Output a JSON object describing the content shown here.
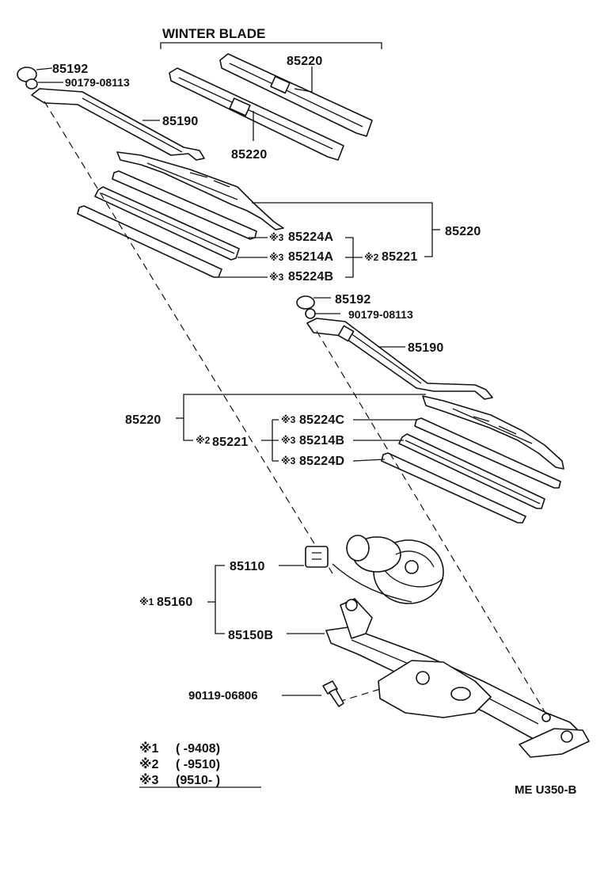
{
  "diagram": {
    "header": "WINTER BLADE",
    "labels": {
      "winter_upper": "85220",
      "winter_lower": "85220",
      "arm1_cap": "85192",
      "arm1_nut": "90179-08113",
      "arm1_arm": "85190",
      "blade1_assy": "85220",
      "blade1_rubber": "85221",
      "blade1_rubber_mark": "※2",
      "blade1_item_a": "85224A",
      "blade1_item_b": "85214A",
      "blade1_item_c": "85224B",
      "arm2_cap": "85192",
      "arm2_nut": "90179-08113",
      "arm2_arm": "85190",
      "blade2_assy": "85220",
      "blade2_rubber": "85221",
      "blade2_rubber_mark": "※2",
      "blade2_item_a": "85224C",
      "blade2_item_b": "85214B",
      "blade2_item_c": "85224D",
      "motor": "85110",
      "link": "85150B",
      "wiper_assy": "85160",
      "wiper_assy_mark": "※1",
      "bolt": "90119-06806",
      "mark3": "※3"
    },
    "legend": [
      {
        "mark": "※1",
        "range": "(        -9408)"
      },
      {
        "mark": "※2",
        "range": "(        -9510)"
      },
      {
        "mark": "※3",
        "range": "(9510-        )"
      }
    ],
    "code": "ME U350-B"
  }
}
